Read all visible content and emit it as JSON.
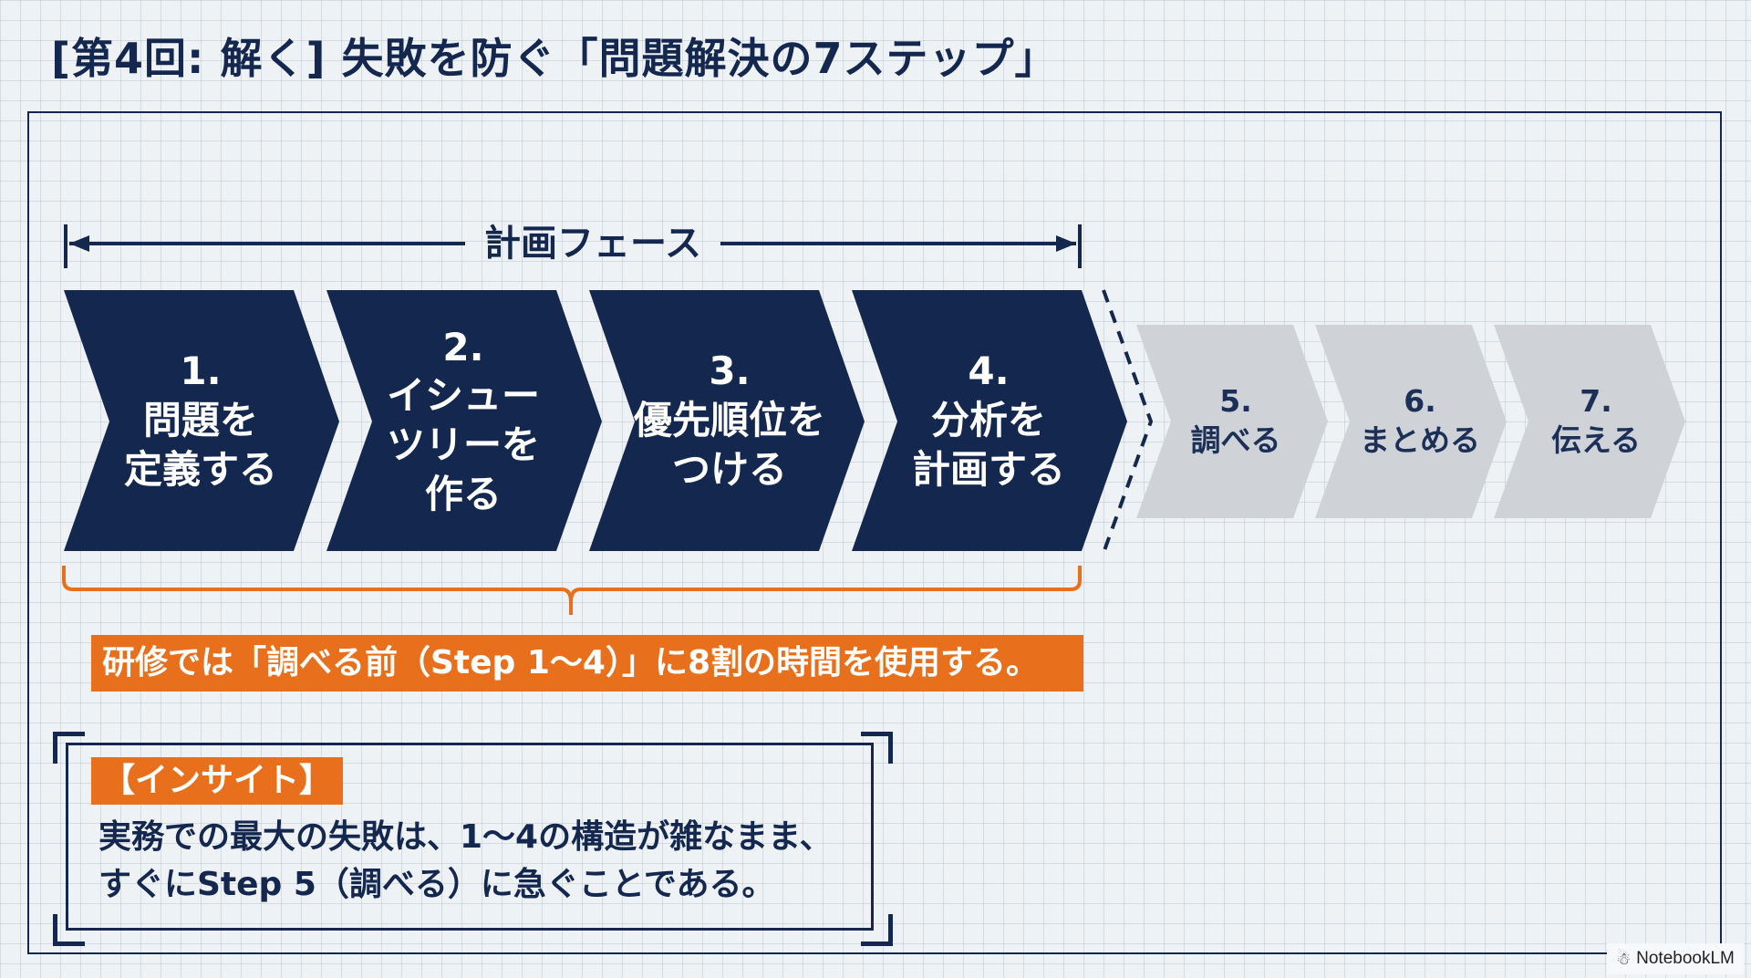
{
  "title": "[第4回: 解く] 失敗を防ぐ「問題解決の7ステップ」",
  "phase": {
    "label": "計画フェース"
  },
  "steps": [
    {
      "number": "1.",
      "label": "問題を\n定義する",
      "active": true
    },
    {
      "number": "2.",
      "label": "イシュー\nツリーを\n作る",
      "active": true
    },
    {
      "number": "3.",
      "label": "優先順位を\nつける",
      "active": true
    },
    {
      "number": "4.",
      "label": "分析を\n計画する",
      "active": true
    },
    {
      "number": "5.",
      "label": "調べる",
      "active": false
    },
    {
      "number": "6.",
      "label": "まとめる",
      "active": false
    },
    {
      "number": "7.",
      "label": "伝える",
      "active": false
    }
  ],
  "summary_bar": "研修では「調べる前（Step 1〜4）」に8割の時間を使用する。",
  "insight": {
    "tag": "【インサイト】",
    "line1": "実務での最大の失敗は、1〜4の構造が雑なまま、",
    "line2": "すぐにStep 5（調べる）に急ぐことである。"
  },
  "brand": "NotebookLM",
  "colors": {
    "navy": "#14274e",
    "gray_step": "#cfd3d8",
    "orange": "#e8701c",
    "background": "#eef2f5"
  }
}
